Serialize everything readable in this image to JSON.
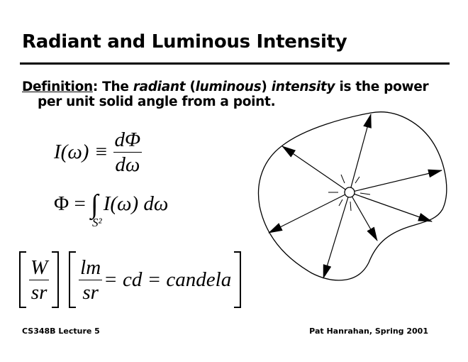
{
  "title": "Radiant and Luminous Intensity",
  "definition": {
    "label": "Definition",
    "colon": ":",
    "text_1": " The ",
    "radiant": "radiant",
    "paren_open": " (",
    "luminous": "luminous",
    "paren_close": ") ",
    "intensity": "intensity",
    "text_2": " is the power",
    "line_2": "per unit solid angle from a point."
  },
  "equations": {
    "eq1_lhs": "I(ω) ≡",
    "eq1_num": "dΦ",
    "eq1_den": "dω",
    "eq2_lhs": "Φ =",
    "eq2_integral": "∫",
    "eq2_domain": "S²",
    "eq2_rhs": "I(ω) dω",
    "unit1_num": "W",
    "unit1_den": "sr",
    "unit2_num": "lm",
    "unit2_den": "sr",
    "unit2_rhs": "= cd = candela"
  },
  "footer": {
    "left": "CS348B Lecture 5",
    "right": "Pat Hanrahan, Spring 2001"
  }
}
